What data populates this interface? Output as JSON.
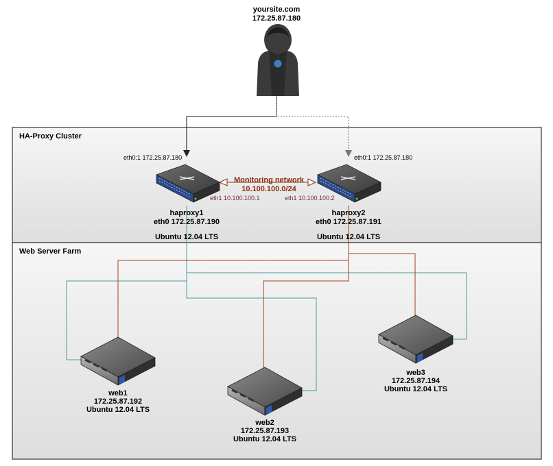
{
  "user": {
    "host": "yoursite.com",
    "ip": "172.25.87.180"
  },
  "zones": {
    "cluster": "HA-Proxy Cluster",
    "farm": "Web Server Farm"
  },
  "monitoring": {
    "label": "Monitoring network",
    "subnet": "10.100.100.0/24"
  },
  "haproxy1": {
    "vip": "eth0:1 172.25.87.180",
    "eth1": "eth1 10.100.100.1",
    "name": "haproxy1",
    "eth0": "eth0 172.25.87.190",
    "os": "Ubuntu 12.04 LTS"
  },
  "haproxy2": {
    "vip": "eth0:1 172.25.87.180",
    "eth1": "eth1 10.100.100.2",
    "name": "haproxy2",
    "eth0": "eth0 172.25.87.191",
    "os": "Ubuntu 12.04 LTS"
  },
  "web1": {
    "name": "web1",
    "ip": "172.25.87.192",
    "os": "Ubuntu 12.04 LTS"
  },
  "web2": {
    "name": "web2",
    "ip": "172.25.87.193",
    "os": "Ubuntu 12.04 LTS"
  },
  "web3": {
    "name": "web3",
    "ip": "172.25.87.194",
    "os": "Ubuntu 12.04 LTS"
  },
  "colors": {
    "teal": "#4a9a9a",
    "rust": "#a5401a",
    "monitor": "#8a3010"
  }
}
